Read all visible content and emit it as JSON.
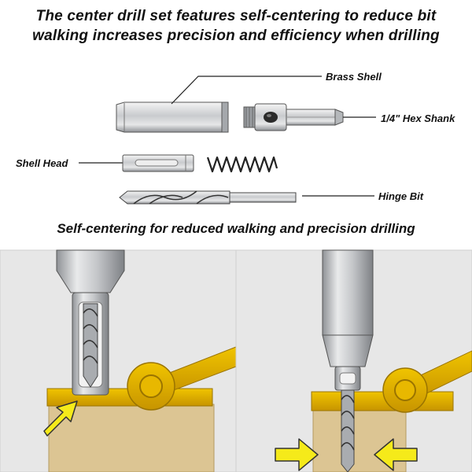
{
  "header": {
    "line1": "The center drill set features self-centering to reduce bit",
    "line2": "walking increases precision and efficiency when drilling"
  },
  "parts": {
    "brass_shell": "Brass Shell",
    "hex_shank": "1/4\" Hex Shank",
    "shell_head": "Shell Head",
    "hinge_bit": "Hinge Bit"
  },
  "subheading": "Self-centering for reduced walking and precision drilling",
  "colors": {
    "hinge_gold": "#d9a800",
    "wood": "#d9c08f",
    "backdrop": "#e8e8e8",
    "arrow_yellow": "#f5ea1a",
    "steel": "#b9bcc0"
  }
}
